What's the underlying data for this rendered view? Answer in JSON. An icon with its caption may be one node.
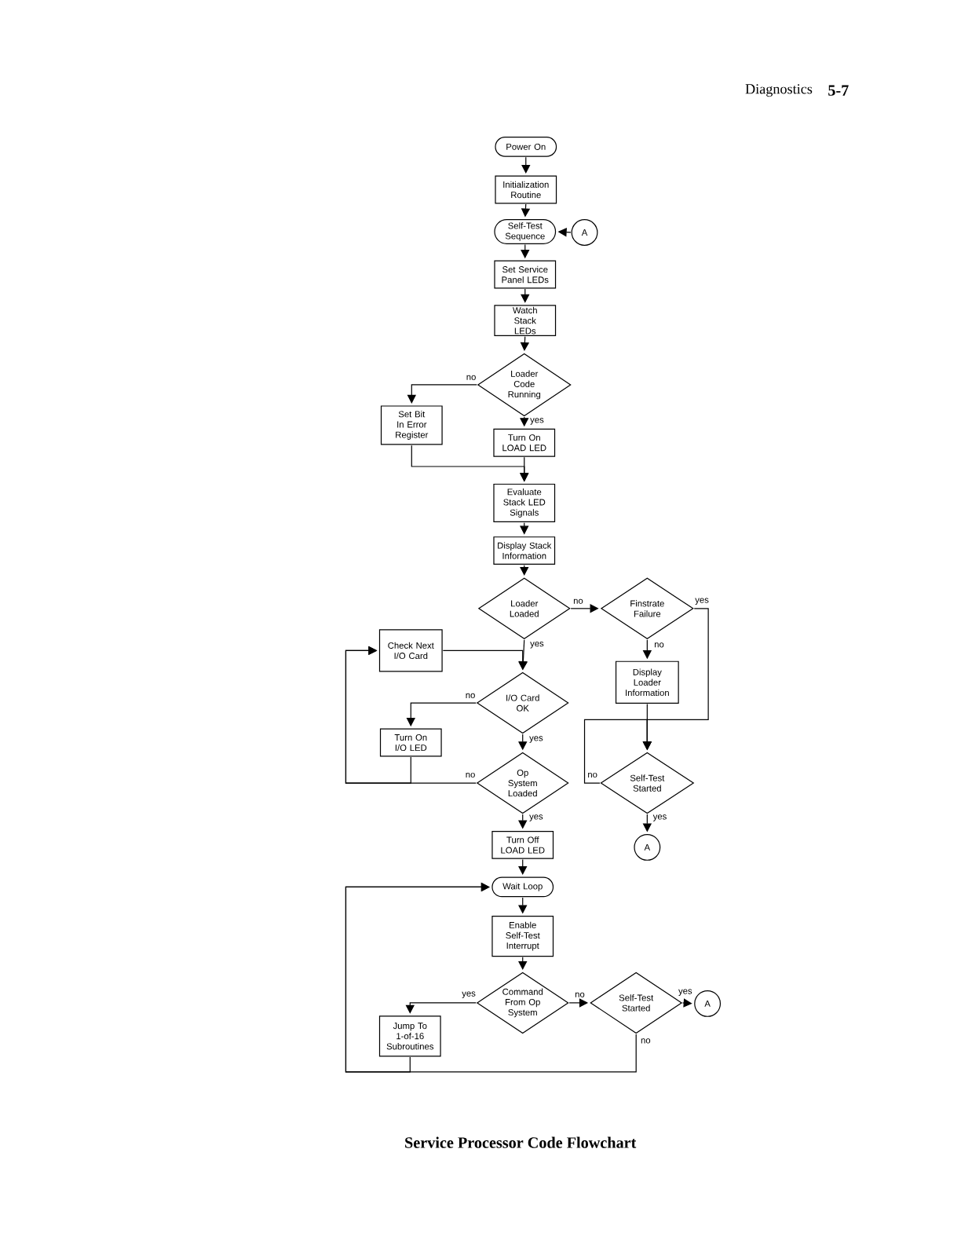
{
  "diagram": {
    "caption": "Service Processor Code Flowchart",
    "nodes": [
      {
        "text": [
          "Power On"
        ]
      },
      {
        "text": [
          "Initialization Routine"
        ]
      },
      {
        "text": [
          "Self-Test Sequence"
        ]
      },
      {
        "text": [
          "A"
        ]
      },
      {
        "text": [
          "Set Service Panel LEDs"
        ]
      },
      {
        "text": [
          "Watch Stack LEDs"
        ]
      },
      {
        "text": [
          "Loader Code Running"
        ]
      },
      {
        "text": [
          "Set Bit In Error Register"
        ]
      },
      {
        "text": [
          "Turn On LOAD LED"
        ]
      },
      {
        "text": [
          "Evaluate Stack LED Signals"
        ]
      },
      {
        "text": [
          "Display Stack Information"
        ]
      },
      {
        "text": [
          "Loader Loaded"
        ]
      },
      {
        "text": [
          "Finstrate Failure"
        ]
      },
      {
        "text": [
          "Check Next I/O Card"
        ]
      },
      {
        "text": [
          "Display Loader Information"
        ]
      },
      {
        "text": [
          "I/O Card OK"
        ]
      },
      {
        "text": [
          "Turn On I/O LED"
        ]
      },
      {
        "text": [
          "Op System Loaded"
        ]
      },
      {
        "text": [
          "Self-Test Started"
        ]
      },
      {
        "text": [
          "A"
        ]
      },
      {
        "text": [
          "Turn Off LOAD LED"
        ]
      },
      {
        "text": [
          "Wait Loop"
        ]
      },
      {
        "text": [
          "Enable Self-Test Interrupt"
        ]
      },
      {
        "text": [
          "Command From Op System"
        ]
      },
      {
        "text": [
          "Self-Test Started"
        ]
      },
      {
        "text": [
          "A"
        ]
      },
      {
        "text": [
          "Jump To 1-of-16 Subroutines"
        ]
      }
    ],
    "edges": [
      {
        "from": 0,
        "to": 1,
        "arrow": "to"
      },
      {
        "from": 1,
        "to": 2,
        "arrow": "to"
      },
      {
        "from": 3,
        "to": 2,
        "arrow": "to"
      },
      {
        "from": 2,
        "to": 4,
        "arrow": "to"
      },
      {
        "from": 4,
        "to": 5,
        "arrow": "to"
      },
      {
        "from": 5,
        "to": 6,
        "arrow": "to"
      },
      {
        "from": 6,
        "to": 7,
        "arrow": "to",
        "label": "no"
      },
      {
        "from": 6,
        "to": 8,
        "arrow": "to",
        "label": "yes"
      },
      {
        "from": 7,
        "to": 9,
        "arrow": "to"
      },
      {
        "from": 8,
        "to": 9,
        "arrow": "to"
      },
      {
        "from": 9,
        "to": 10,
        "arrow": "to"
      },
      {
        "from": 10,
        "to": 11,
        "arrow": "to"
      },
      {
        "from": 11,
        "to": 12,
        "arrow": "to",
        "label": "no"
      },
      {
        "from": 11,
        "to": 15,
        "arrow": "to",
        "label": "yes"
      },
      {
        "from": 13,
        "to": 15,
        "arrow": "to"
      },
      {
        "from": 12,
        "to": 14,
        "arrow": "to",
        "label": "no"
      },
      {
        "from": 12,
        "to": 18,
        "arrow": "to",
        "label": "yes"
      },
      {
        "from": 14,
        "to": 18,
        "arrow": "to"
      },
      {
        "from": 18,
        "to": 18,
        "arrow": "to",
        "label": "no"
      },
      {
        "from": 18,
        "to": 19,
        "arrow": "to",
        "label": "yes"
      },
      {
        "from": 15,
        "to": 16,
        "arrow": "to",
        "label": "no"
      },
      {
        "from": 15,
        "to": 17,
        "arrow": "to",
        "label": "yes"
      },
      {
        "from": 16,
        "to": 13,
        "arrow": "to"
      },
      {
        "from": 17,
        "to": 13,
        "arrow": "to",
        "label": "no"
      },
      {
        "from": 17,
        "to": 20,
        "arrow": "to",
        "label": "yes"
      },
      {
        "from": 20,
        "to": 21,
        "arrow": "to"
      },
      {
        "from": 21,
        "to": 22,
        "arrow": "to"
      },
      {
        "from": 22,
        "to": 23,
        "arrow": "to"
      },
      {
        "from": 23,
        "to": 26,
        "arrow": "to",
        "label": "yes"
      },
      {
        "from": 23,
        "to": 24,
        "arrow": "to",
        "label": "no"
      },
      {
        "from": 24,
        "to": 25,
        "arrow": "to",
        "label": "yes"
      },
      {
        "from": 24,
        "to": 21,
        "arrow": "to",
        "label": "no"
      },
      {
        "from": 26,
        "to": 21,
        "arrow": "to"
      }
    ],
    "labels": [
      "Diagnostics",
      "5-7"
    ]
  }
}
